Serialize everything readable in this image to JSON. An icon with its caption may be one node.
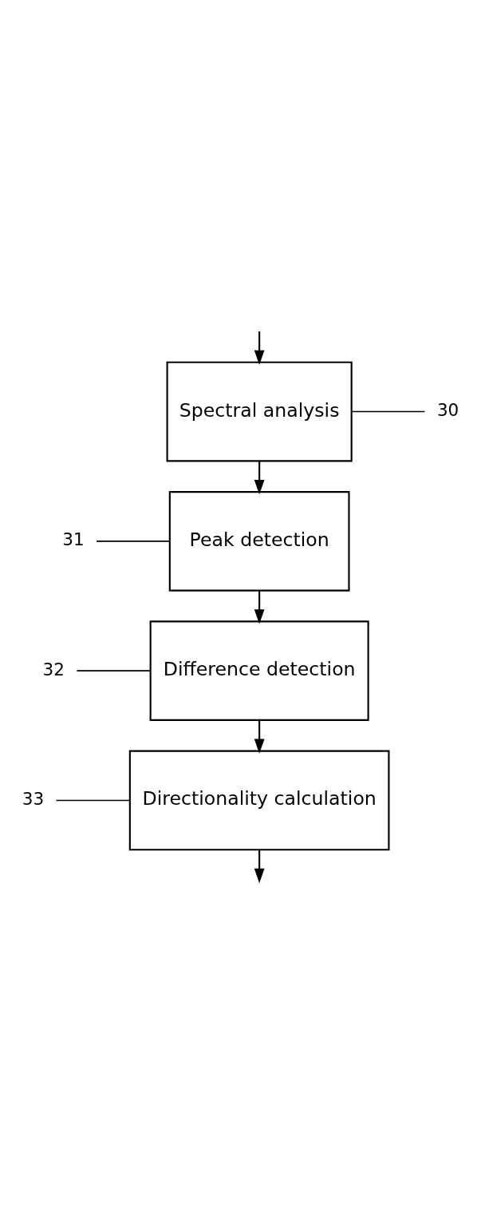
{
  "diagram": {
    "nodes": [
      {
        "text": [
          "Spectral analysis"
        ]
      },
      {
        "text": [
          "Peak detection"
        ]
      },
      {
        "text": [
          "Difference detection"
        ]
      },
      {
        "text": [
          "Directionality calculation"
        ]
      },
      {
        "text": [
          "30"
        ]
      },
      {
        "text": [
          "31"
        ]
      },
      {
        "text": [
          "32"
        ]
      },
      {
        "text": [
          "33"
        ]
      }
    ],
    "edges": [
      {
        "from": null,
        "to": 0,
        "arrow": "to"
      },
      {
        "from": 0,
        "to": 1,
        "arrow": "to"
      },
      {
        "from": 1,
        "to": 2,
        "arrow": "to"
      },
      {
        "from": 2,
        "to": 3,
        "arrow": "to"
      },
      {
        "from": 3,
        "to": null,
        "arrow": "to"
      },
      {
        "from": 4,
        "to": 0,
        "arrow": "none"
      },
      {
        "from": 5,
        "to": 1,
        "arrow": "none"
      },
      {
        "from": 6,
        "to": 2,
        "arrow": "none"
      },
      {
        "from": 7,
        "to": 3,
        "arrow": "none"
      }
    ]
  }
}
